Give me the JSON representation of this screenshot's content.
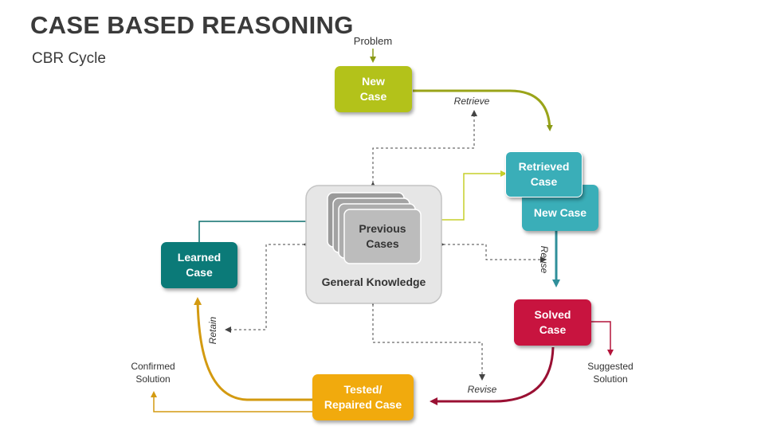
{
  "title": "CASE BASED REASONING",
  "subtitle": "CBR Cycle",
  "nodes": {
    "new_case": "New\nCase",
    "retrieved_case": "Retrieved\nCase",
    "new_case_2": "New Case",
    "solved_case": "Solved\nCase",
    "tested_case": "Tested/\nRepaired Case",
    "learned_case": "Learned\nCase",
    "previous_cases": "Previous\nCases",
    "general_knowledge": "General Knowledge"
  },
  "labels": {
    "problem": "Problem",
    "retrieve": "Retrieve",
    "reuse": "Reuse",
    "revise": "Revise",
    "retain": "Retain",
    "suggested_solution": "Suggested\nSolution",
    "confirmed_solution": "Confirmed\nSolution"
  },
  "colors": {
    "new_case": "#b3c21a",
    "retrieved_case": "#3aaeb8",
    "solved_case": "#c8143f",
    "tested_case": "#f1aa0d",
    "learned_case": "#0b7a78",
    "knowledge_bg": "#e6e6e6"
  }
}
